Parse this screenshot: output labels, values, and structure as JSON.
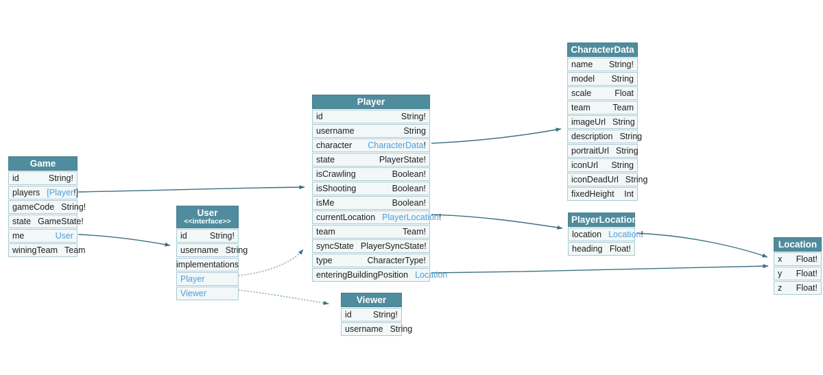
{
  "diagram": {
    "kind": "graphql-schema-diagram",
    "colors": {
      "header_bg": "#4f8c9d",
      "header_text": "#ffffff",
      "row_bg": "#f2f7f8",
      "row_border": "#a9c9d2",
      "field_text": "#1c1c1c",
      "link_text": "#4d9fdb",
      "edge_solid": "#3b6f80",
      "edge_dotted": "#8fb3bb",
      "canvas_bg": "#ffffff"
    },
    "tables": [
      {
        "title": "Game",
        "subtitle": "",
        "rows": [
          {
            "name": "id",
            "type": [
              {
                "t": "String!",
                "link": false
              }
            ]
          },
          {
            "name": "players",
            "type": [
              {
                "t": "[Player",
                "link": true
              },
              {
                "t": "!]",
                "link": false
              }
            ]
          },
          {
            "name": "gameCode",
            "type": [
              {
                "t": "String!",
                "link": false
              }
            ]
          },
          {
            "name": "state",
            "type": [
              {
                "t": "GameState!",
                "link": false
              }
            ]
          },
          {
            "name": "me",
            "type": [
              {
                "t": "User",
                "link": true
              }
            ]
          },
          {
            "name": "winingTeam",
            "type": [
              {
                "t": "Team",
                "link": false
              }
            ]
          }
        ]
      },
      {
        "title": "User",
        "subtitle": "<<interface>>",
        "rows": [
          {
            "name": "id",
            "type": [
              {
                "t": "String!",
                "link": false
              }
            ]
          },
          {
            "name": "username",
            "type": [
              {
                "t": "String",
                "link": false
              }
            ]
          },
          {
            "name": "implementations",
            "center": true
          },
          {
            "name": "Player",
            "name_link": true
          },
          {
            "name": "Viewer",
            "name_link": true
          }
        ]
      },
      {
        "title": "Player",
        "subtitle": "",
        "rows": [
          {
            "name": "id",
            "type": [
              {
                "t": "String!",
                "link": false
              }
            ]
          },
          {
            "name": "username",
            "type": [
              {
                "t": "String",
                "link": false
              }
            ]
          },
          {
            "name": "character",
            "type": [
              {
                "t": "CharacterData",
                "link": true
              },
              {
                "t": "!",
                "link": false
              }
            ]
          },
          {
            "name": "state",
            "type": [
              {
                "t": "PlayerState!",
                "link": false
              }
            ]
          },
          {
            "name": "isCrawling",
            "type": [
              {
                "t": "Boolean!",
                "link": false
              }
            ]
          },
          {
            "name": "isShooting",
            "type": [
              {
                "t": "Boolean!",
                "link": false
              }
            ]
          },
          {
            "name": "isMe",
            "type": [
              {
                "t": "Boolean!",
                "link": false
              }
            ]
          },
          {
            "name": "currentLocation",
            "type": [
              {
                "t": "PlayerLocation",
                "link": true
              },
              {
                "t": "!",
                "link": false
              }
            ]
          },
          {
            "name": "team",
            "type": [
              {
                "t": "Team!",
                "link": false
              }
            ]
          },
          {
            "name": "syncState",
            "type": [
              {
                "t": "PlayerSyncState!",
                "link": false
              }
            ]
          },
          {
            "name": "type",
            "type": [
              {
                "t": "CharacterType!",
                "link": false
              }
            ]
          },
          {
            "name": "enteringBuildingPosition",
            "type": [
              {
                "t": "Location",
                "link": true
              }
            ]
          }
        ]
      },
      {
        "title": "Viewer",
        "subtitle": "",
        "rows": [
          {
            "name": "id",
            "type": [
              {
                "t": "String!",
                "link": false
              }
            ]
          },
          {
            "name": "username",
            "type": [
              {
                "t": "String",
                "link": false
              }
            ]
          }
        ]
      },
      {
        "title": "CharacterData",
        "subtitle": "",
        "rows": [
          {
            "name": "name",
            "type": [
              {
                "t": "String!",
                "link": false
              }
            ]
          },
          {
            "name": "model",
            "type": [
              {
                "t": "String",
                "link": false
              }
            ]
          },
          {
            "name": "scale",
            "type": [
              {
                "t": "Float",
                "link": false
              }
            ]
          },
          {
            "name": "team",
            "type": [
              {
                "t": "Team",
                "link": false
              }
            ]
          },
          {
            "name": "imageUrl",
            "type": [
              {
                "t": "String",
                "link": false
              }
            ]
          },
          {
            "name": "description",
            "type": [
              {
                "t": "String",
                "link": false
              }
            ]
          },
          {
            "name": "portraitUrl",
            "type": [
              {
                "t": "String",
                "link": false
              }
            ]
          },
          {
            "name": "iconUrl",
            "type": [
              {
                "t": "String",
                "link": false
              }
            ]
          },
          {
            "name": "iconDeadUrl",
            "type": [
              {
                "t": "String",
                "link": false
              }
            ]
          },
          {
            "name": "fixedHeight",
            "type": [
              {
                "t": "Int",
                "link": false
              }
            ]
          }
        ]
      },
      {
        "title": "PlayerLocation",
        "subtitle": "",
        "rows": [
          {
            "name": "location",
            "type": [
              {
                "t": "Location",
                "link": true
              },
              {
                "t": "!",
                "link": false
              }
            ]
          },
          {
            "name": "heading",
            "type": [
              {
                "t": "Float!",
                "link": false
              }
            ]
          }
        ]
      },
      {
        "title": "Location",
        "subtitle": "",
        "rows": [
          {
            "name": "x",
            "type": [
              {
                "t": "Float!",
                "link": false
              }
            ]
          },
          {
            "name": "y",
            "type": [
              {
                "t": "Float!",
                "link": false
              }
            ]
          },
          {
            "name": "z",
            "type": [
              {
                "t": "Float!",
                "link": false
              }
            ]
          }
        ]
      }
    ],
    "edges": [
      {
        "from": "Game.players",
        "to": "Player",
        "style": "solid"
      },
      {
        "from": "Game.me",
        "to": "User",
        "style": "solid"
      },
      {
        "from": "Player.character",
        "to": "CharacterData",
        "style": "solid"
      },
      {
        "from": "Player.currentLocation",
        "to": "PlayerLocation",
        "style": "solid"
      },
      {
        "from": "Player.enteringBuildingPosition",
        "to": "Location",
        "style": "solid"
      },
      {
        "from": "PlayerLocation.location",
        "to": "Location",
        "style": "solid"
      },
      {
        "from": "User.Player",
        "to": "Player",
        "style": "dotted"
      },
      {
        "from": "User.Viewer",
        "to": "Viewer",
        "style": "dotted"
      }
    ]
  }
}
